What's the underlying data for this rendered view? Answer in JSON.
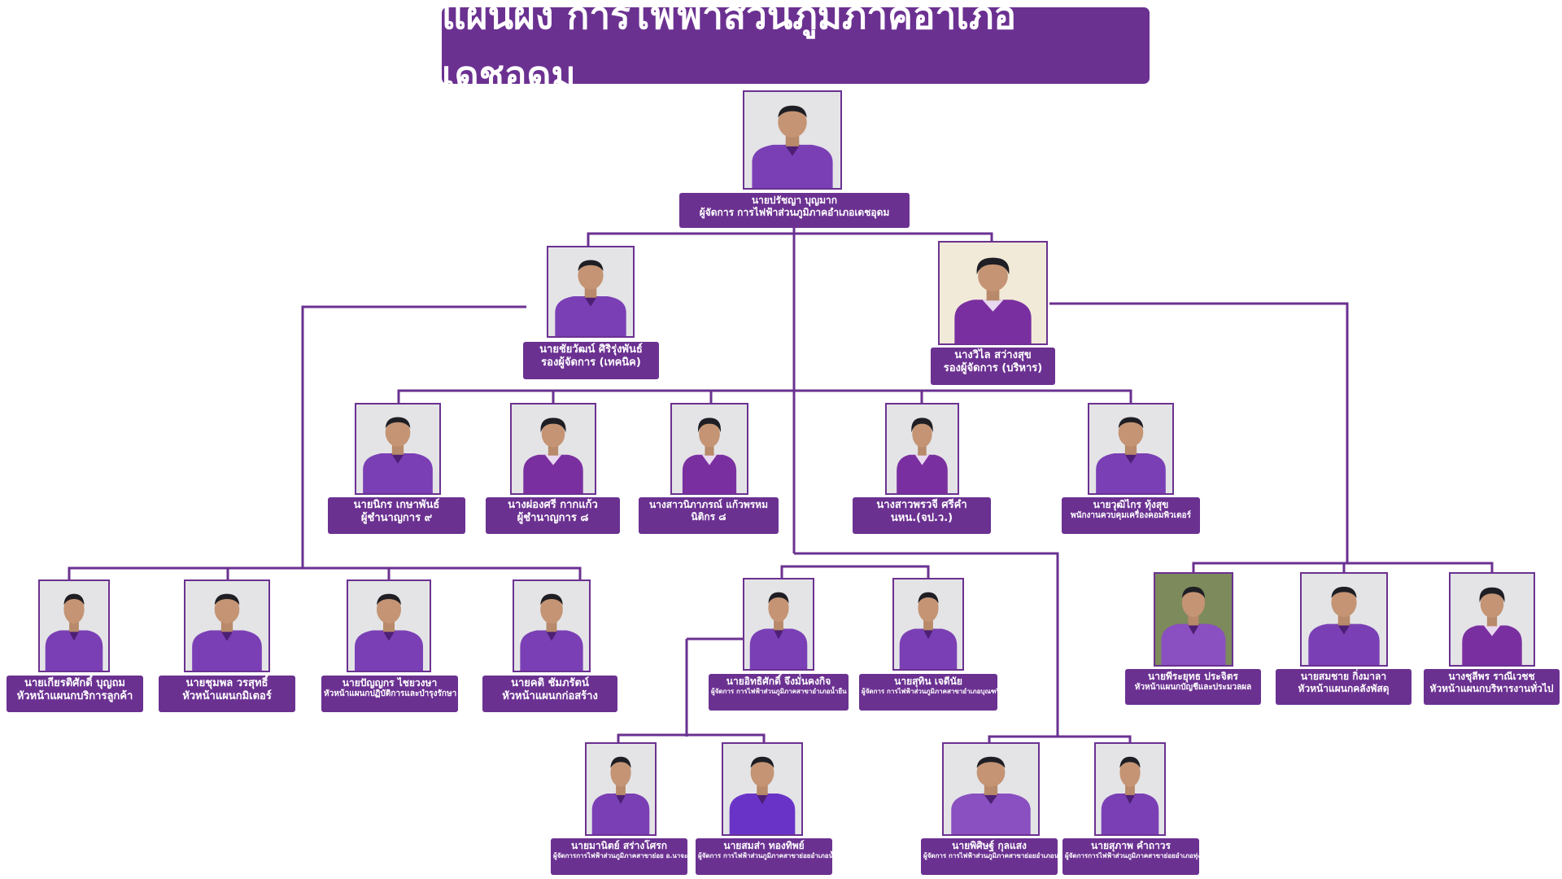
{
  "title": "แผนผัง การไฟฟ้าส่วนภูมิภาคอำเภอเดชอุดม",
  "colors": {
    "primary": "#6b3191",
    "line": "#6b3191",
    "photo_bg": "#e4e4e6",
    "shirt": "#7a3fb5"
  },
  "staff": {
    "manager": {
      "name": "นายปรัชญา บุญมาก",
      "position": "ผู้จัดการ การไฟฟ้าส่วนภูมิภาคอำเภอเดชอุดม"
    },
    "deputy_tech": {
      "name": "นายชัยวัฒน์ ศิริรุ่งพันธ์",
      "position": "รองผู้จัดการ (เทคนิค)"
    },
    "deputy_admin": {
      "name": "นางวิไล สว่างสุข",
      "position": "รองผู้จัดการ (บริหาร)"
    },
    "staff1": {
      "name": "นายนิกร เกษาพันธ์",
      "position": "ผู้ชำนาญการ ๙"
    },
    "staff2": {
      "name": "นางผ่องศรี กากแก้ว",
      "position": "ผู้ชำนาญการ ๘"
    },
    "staff3": {
      "name": "นางสาวนิภาภรณ์ แก้วพรหม",
      "position": "นิติกร ๘"
    },
    "staff4": {
      "name": "นางสาวพรวจี ศรีคำ",
      "position": "นหน.(จป.ว.)"
    },
    "staff5": {
      "name": "นายวุฒิไกร ทุ้งสุข",
      "position": "พนักงานควบคุมเครื่องคอมพิวเตอร์"
    },
    "head1": {
      "name": "นายเกียรติศักดิ์ บุญถม",
      "position": "หัวหน้าแผนกบริการลูกค้า"
    },
    "head2": {
      "name": "นายชุมพล วรสุทธิ์",
      "position": "หัวหน้าแผนกมิเตอร์"
    },
    "head3": {
      "name": "นายปัญญกร ไชยวงษา",
      "position": "หัวหน้าแผนกปฏิบัติการและบำรุงรักษา"
    },
    "head4": {
      "name": "นายคติ ชัมภรัตน์",
      "position": "หัวหน้าแผนกก่อสร้าง"
    },
    "branch1": {
      "name": "นายอิทธิศักดิ์ จึงมั่นคงกิจ",
      "position": "ผู้จัดการ การไฟฟ้าส่วนภูมิภาคสาขาอำเภอน้ำยืน"
    },
    "branch2": {
      "name": "นายสุทิน เจดีนัย",
      "position": "ผู้จัดการ การไฟฟ้าส่วนภูมิภาคสาขาอำเภอบุณฑริก"
    },
    "head5": {
      "name": "นายพีระยุทธ ประจิตร",
      "position": "หัวหน้าแผนกบัญชีและประมวลผล"
    },
    "head6": {
      "name": "นายสมชาย กิ่งมาลา",
      "position": "หัวหน้าแผนกคลังพัสดุ"
    },
    "head7": {
      "name": "นางชุลีพร ราณีเวชช",
      "position": "หัวหน้าแผนกบริหารงานทั่วไป"
    },
    "sub1": {
      "name": "นายมานิตย์ สร่างโศรก",
      "position": "ผู้จัดการการไฟฟ้าส่วนภูมิภาคสาขาย่อย อ.นาจะหลวย"
    },
    "sub2": {
      "name": "นายสมส่า ทองทิพย์",
      "position": "ผู้จัดการ การไฟฟ้าส่วนภูมิภาคสาขาย่อยอำเภอน้ำขุ่น"
    },
    "sub3": {
      "name": "นายพิศิษฐ์ กุลแสง",
      "position": "ผู้จัดการ การไฟฟ้าส่วนภูมิภาคสาขาย่อยอำเภอนาเยีย"
    },
    "sub4": {
      "name": "นายสุภาพ คำถาวร",
      "position": "ผู้จัดการการไฟฟ้าส่วนภูมิภาคสาขาย่อยอำเภอทุ่งศรีอุดม"
    }
  }
}
